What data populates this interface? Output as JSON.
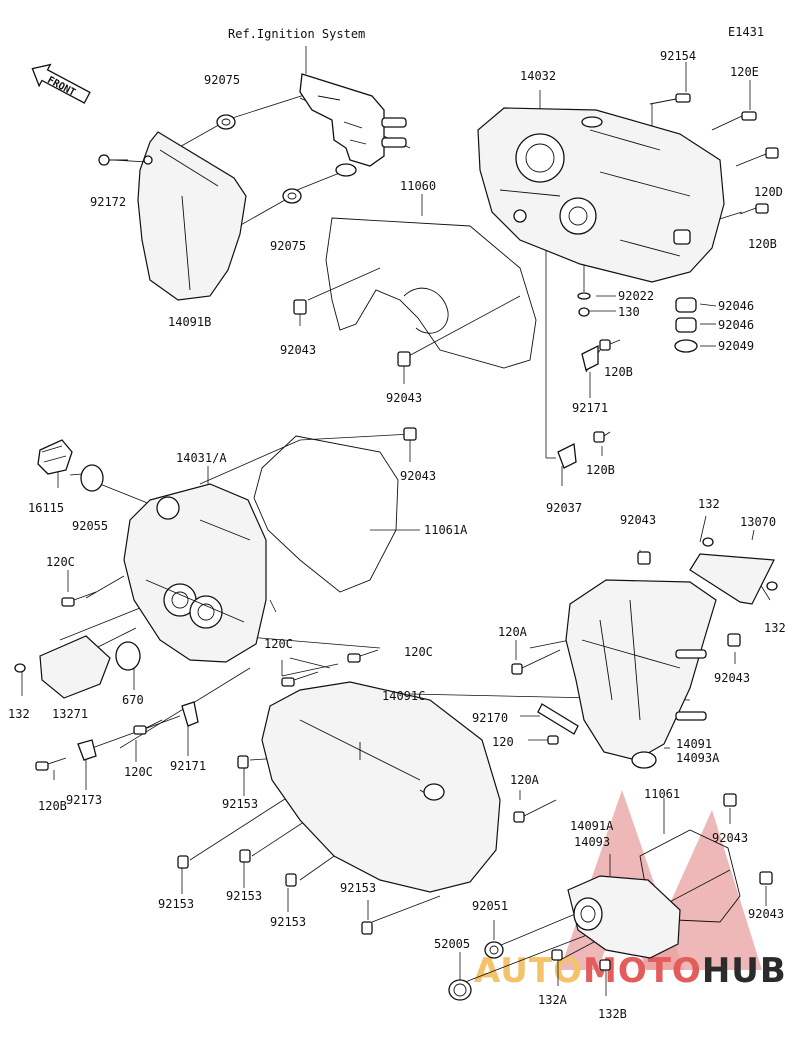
{
  "diagram_code": "E1431",
  "ref_note": "Ref.Ignition System",
  "front_label": "FRONT",
  "watermark": {
    "text_a": "AUTO",
    "text_b": "MOTO",
    "text_c": "HUB",
    "color_a": "#f3c26a",
    "color_b": "#e35d5d",
    "color_c": "#2b2b2b"
  },
  "labels": {
    "p92154": "92154",
    "p14032": "14032",
    "p120E": "120E",
    "p92075a": "92075",
    "p92172": "92172",
    "p92075b": "92075",
    "p11060": "11060",
    "p120D": "120D",
    "p120B_a": "120B",
    "p14091B": "14091B",
    "p92022": "92022",
    "p130": "130",
    "p92046a": "92046",
    "p92046b": "92046",
    "p92049": "92049",
    "p92043_a": "92043",
    "p120B_b": "120B",
    "p92043_b": "92043",
    "p92171_a": "92171",
    "p14031": "14031/A",
    "p92043_c": "92043",
    "p120B_c": "120B",
    "p16115": "16115",
    "p92055": "92055",
    "p92037": "92037",
    "p11061A": "11061A",
    "p92043_d": "92043",
    "p132_a": "132",
    "p13070": "13070",
    "p120C_a": "120C",
    "p132_b": "132",
    "p120A_a": "120A",
    "p120C_b": "120C",
    "p120C_c": "120C",
    "p92043_e": "92043",
    "p132_c": "132",
    "p13271": "13271",
    "p670": "670",
    "p14091C": "14091C",
    "p92170": "92170",
    "p120": "120",
    "p120C_d": "120C",
    "p92171_b": "92171",
    "p14091": "14091",
    "p14093A": "14093A",
    "p120B_d": "120B",
    "p92173": "92173",
    "p92153_a": "92153",
    "p120A_b": "120A",
    "p11061": "11061",
    "p14091A": "14091A",
    "p14093": "14093",
    "p92043_f": "92043",
    "p92153_b": "92153",
    "p92153_c": "92153",
    "p92153_d": "92153",
    "p92153_e": "92153",
    "p92051": "92051",
    "p92043_g": "92043",
    "p52005": "52005",
    "p132A": "132A",
    "p132B": "132B"
  }
}
